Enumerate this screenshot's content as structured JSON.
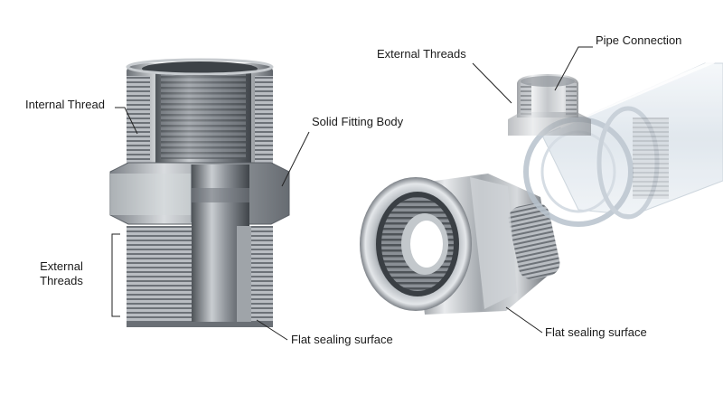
{
  "labels": {
    "internal_thread": "Internal Thread",
    "solid_fitting_body": "Solid Fitting Body",
    "external_threads_left_line1": "External",
    "external_threads_left_line2": "Threads",
    "external_threads_right": "External Threads",
    "pipe_connection": "Pipe Connection",
    "flat_sealing_surface_left": "Flat sealing surface",
    "flat_sealing_surface_right": "Flat sealing surface"
  },
  "colors": {
    "steel_light": "#e6e8ea",
    "steel_mid": "#a9aeb3",
    "steel_dark": "#5d6268",
    "pipe_glass": "#dfe7ee",
    "leader_line": "#222222"
  }
}
